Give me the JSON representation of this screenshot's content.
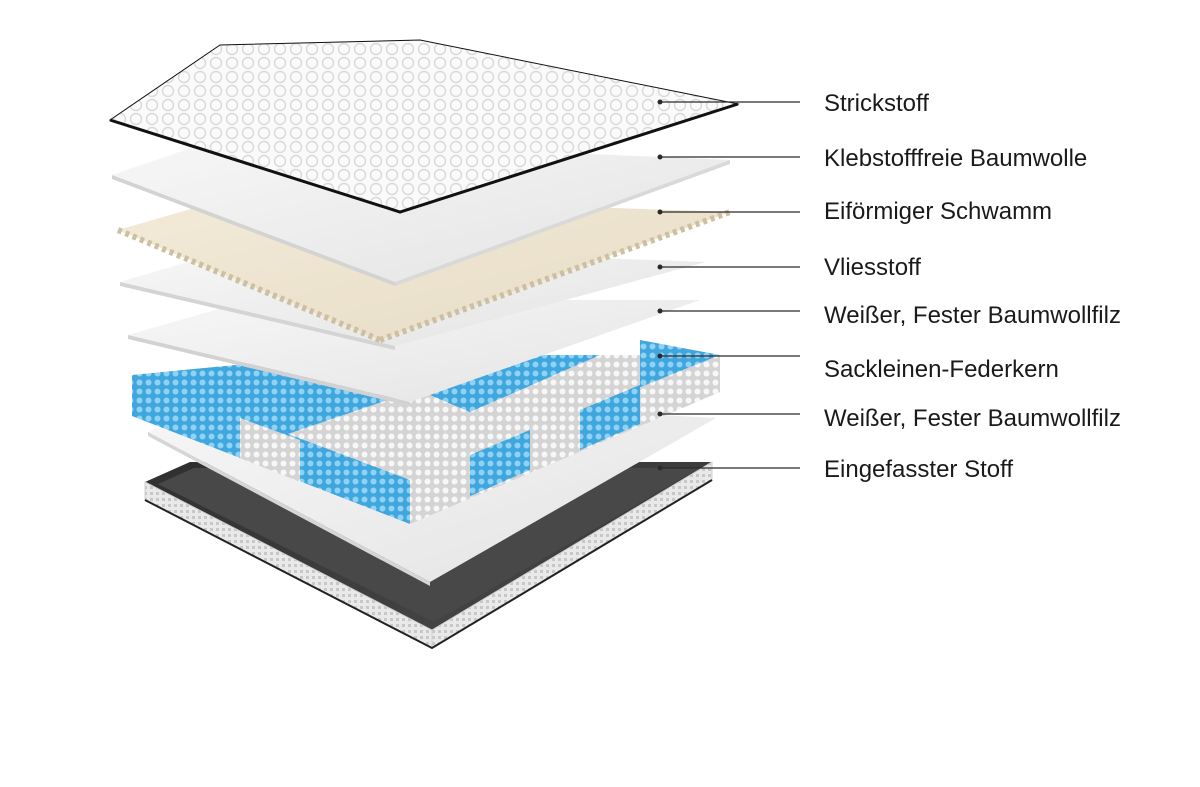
{
  "diagram": {
    "layers": [
      {
        "id": "strickstoff",
        "label": "Strickstoff"
      },
      {
        "id": "klebstofffrei",
        "label": "Klebstofffreie Baumwolle"
      },
      {
        "id": "eifoermig",
        "label": "Eiförmiger Schwamm"
      },
      {
        "id": "vliesstoff",
        "label": "Vliesstoff"
      },
      {
        "id": "filz-oben",
        "label": "Weißer, Fester Baumwollfilz"
      },
      {
        "id": "federkern",
        "label": "Sackleinen-Federkern"
      },
      {
        "id": "filz-unten",
        "label": "Weißer, Fester Baumwollfilz"
      },
      {
        "id": "eingefasst",
        "label": "Eingefasster Stoff"
      }
    ],
    "colors": {
      "label_text": "#1a1a1a",
      "leader_line": "#2a2a2a",
      "spring_blue": "#4fb2e6",
      "spring_white": "#f2f2f2",
      "foam": "#efe6d4",
      "fabric": "#f4f4f4",
      "border_dark": "#3c3c3c"
    }
  }
}
